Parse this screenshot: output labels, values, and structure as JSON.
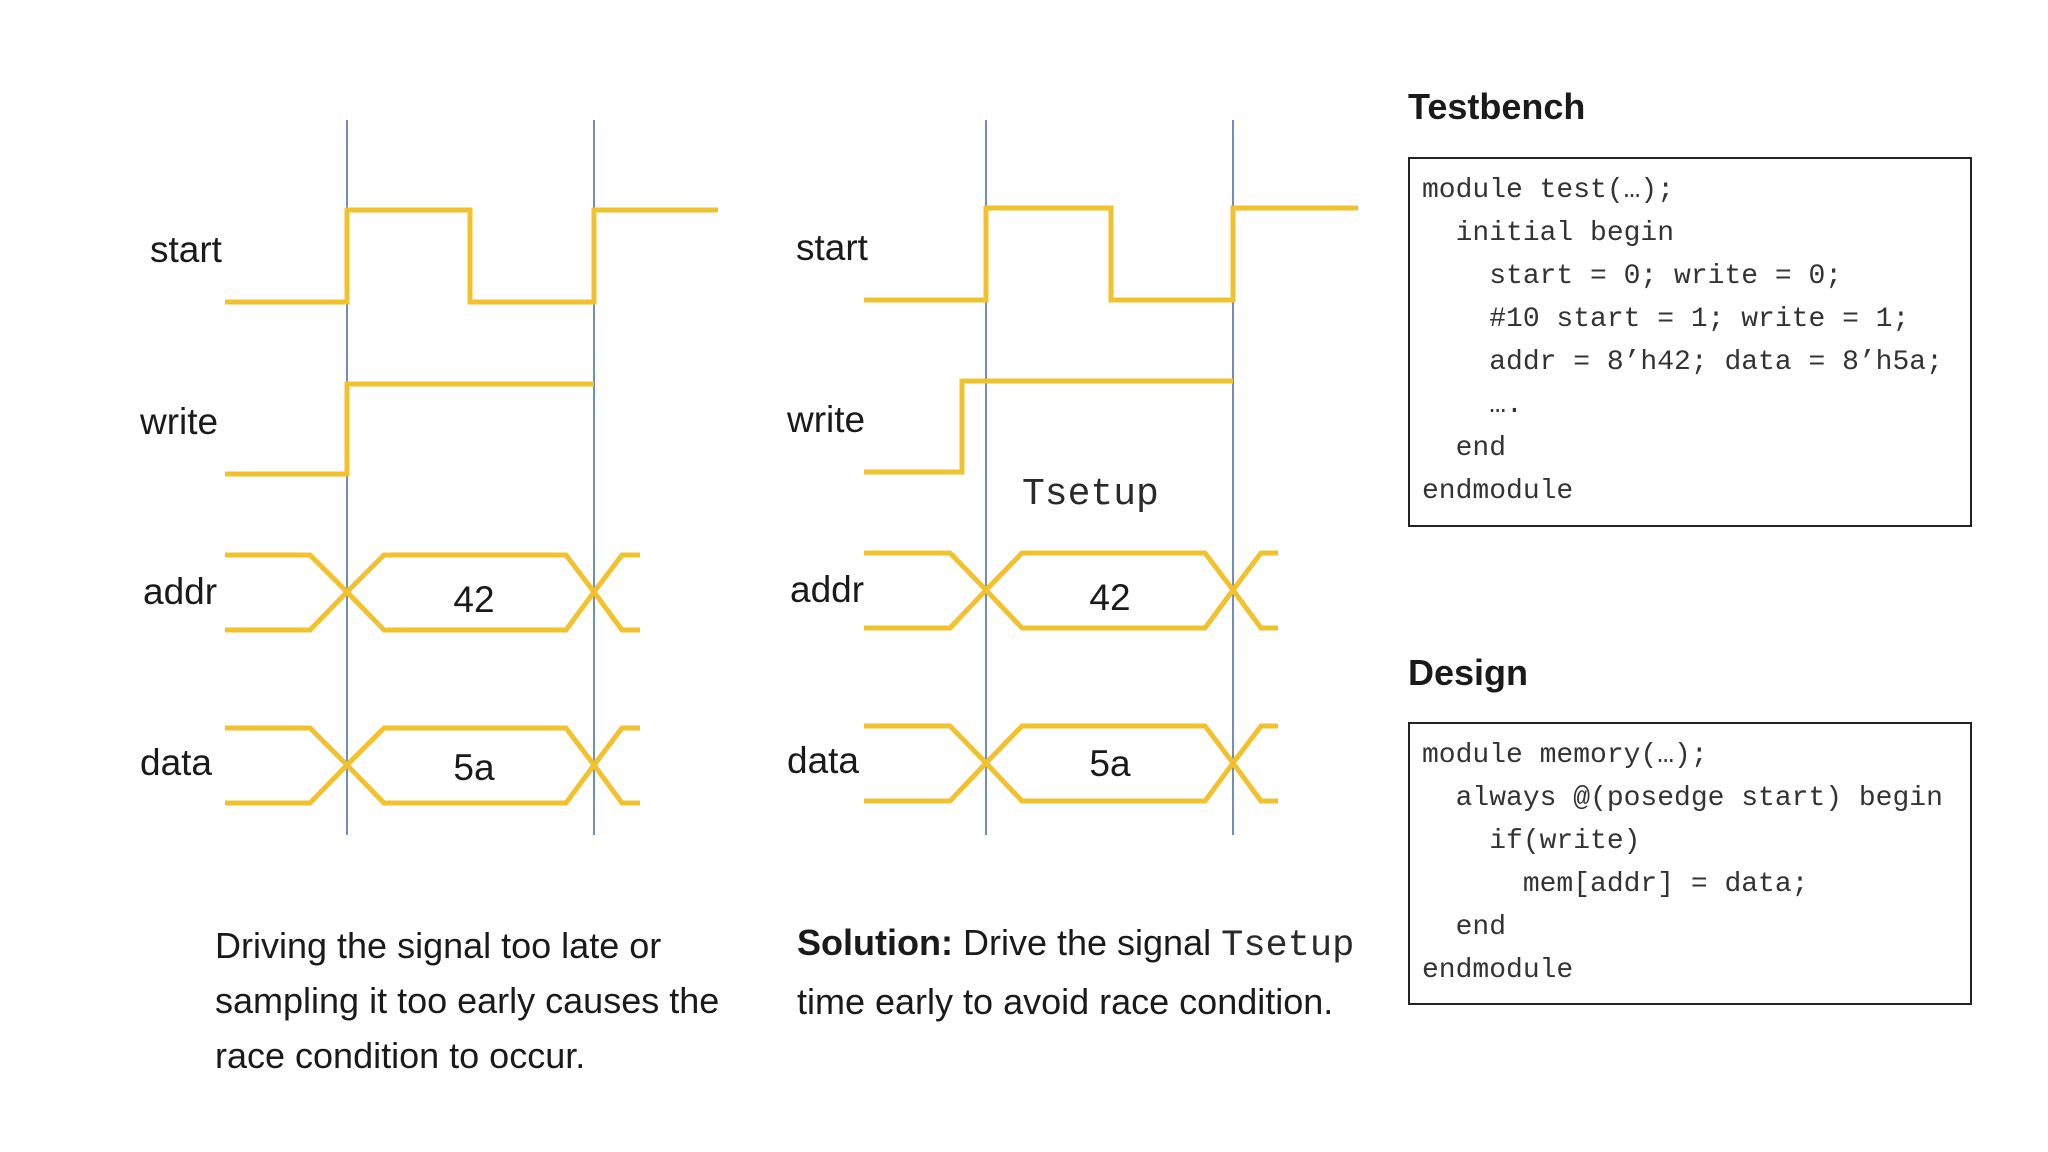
{
  "left_diagram": {
    "signals": [
      "start",
      "write",
      "addr",
      "data"
    ],
    "addr_value": "42",
    "data_value": "5a",
    "caption_lines": [
      "Driving the signal too late or",
      "sampling it too early causes the",
      "race condition to occur."
    ]
  },
  "right_diagram": {
    "signals": [
      "start",
      "write",
      "addr",
      "data"
    ],
    "addr_value": "42",
    "data_value": "5a",
    "tsetup_label": "Tsetup",
    "caption": {
      "bold": "Solution:",
      "part1": "Drive the signal",
      "mono": "Tsetup",
      "line2": "time early to avoid race condition."
    }
  },
  "testbench": {
    "title": "Testbench",
    "code": [
      "module test(…);",
      "  initial begin",
      "    start = 0; write = 0;",
      "    #10 start = 1; write = 1;",
      "    addr = 8’h42; data = 8’h5a;",
      "    ….",
      "  end",
      "endmodule"
    ]
  },
  "design": {
    "title": "Design",
    "code": [
      "module memory(…);",
      "  always @(posedge start) begin",
      "    if(write)",
      "      mem[addr] = data;",
      "  end",
      "endmodule"
    ]
  },
  "colors": {
    "signal": "#f2c12e",
    "gridline": "#6f8fb8",
    "text": "#1a1a1a"
  }
}
